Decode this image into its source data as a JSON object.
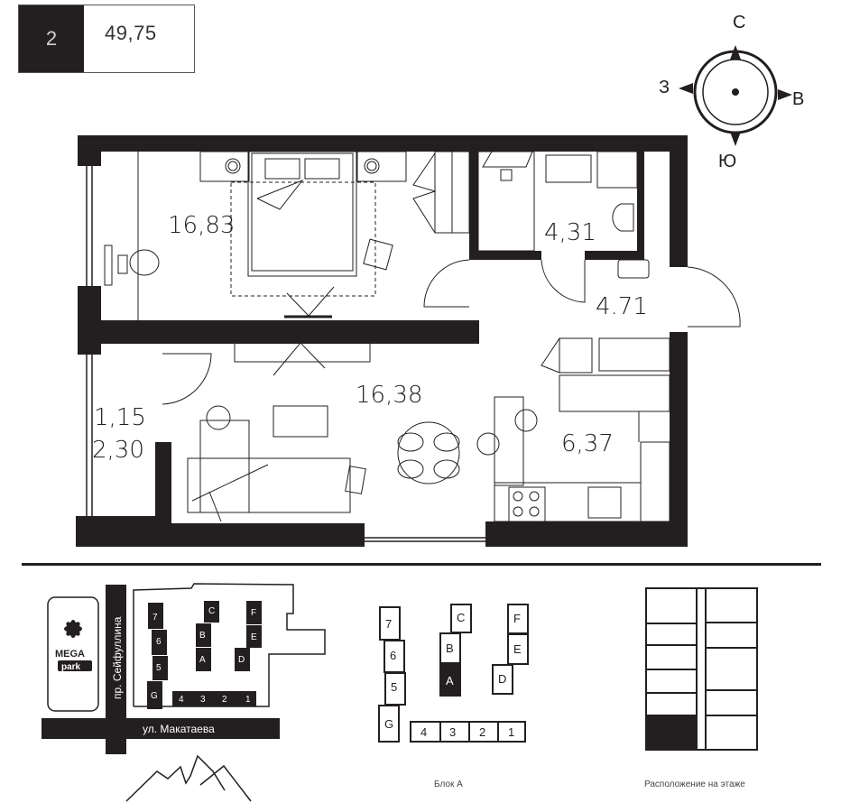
{
  "header": {
    "rooms_count": "2",
    "total_area": "49,75"
  },
  "compass": {
    "north": "С",
    "east": "В",
    "south": "Ю",
    "west": "З"
  },
  "rooms": [
    {
      "name": "bedroom",
      "area": "16,83"
    },
    {
      "name": "bathroom",
      "area": "4,31"
    },
    {
      "name": "hallway",
      "area": "4.71"
    },
    {
      "name": "living-room",
      "area": "16,38"
    },
    {
      "name": "kitchen",
      "area": "6,37"
    },
    {
      "name": "balcony-effective",
      "area": "1,15"
    },
    {
      "name": "balcony-total",
      "area": "2,30"
    }
  ],
  "site_plan": {
    "street_vertical": "пр. Сейфуллина",
    "street_horizontal": "ул. Макатаева",
    "mall_logo_line1": "MEGA",
    "mall_logo_line2": "park",
    "blocks": [
      "7",
      "6",
      "5",
      "G",
      "C",
      "B",
      "A",
      "F",
      "E",
      "D",
      "4",
      "3",
      "2",
      "1"
    ]
  },
  "block_plan": {
    "caption": "Блок А",
    "highlighted_block": "A",
    "blocks": [
      "7",
      "6",
      "5",
      "G",
      "C",
      "B",
      "A",
      "F",
      "E",
      "D",
      "4",
      "3",
      "2",
      "1"
    ]
  },
  "floor_plan": {
    "caption": "Расположение на этаже"
  },
  "colors": {
    "wall": "#231f20",
    "line": "#231f20",
    "background": "#ffffff"
  }
}
